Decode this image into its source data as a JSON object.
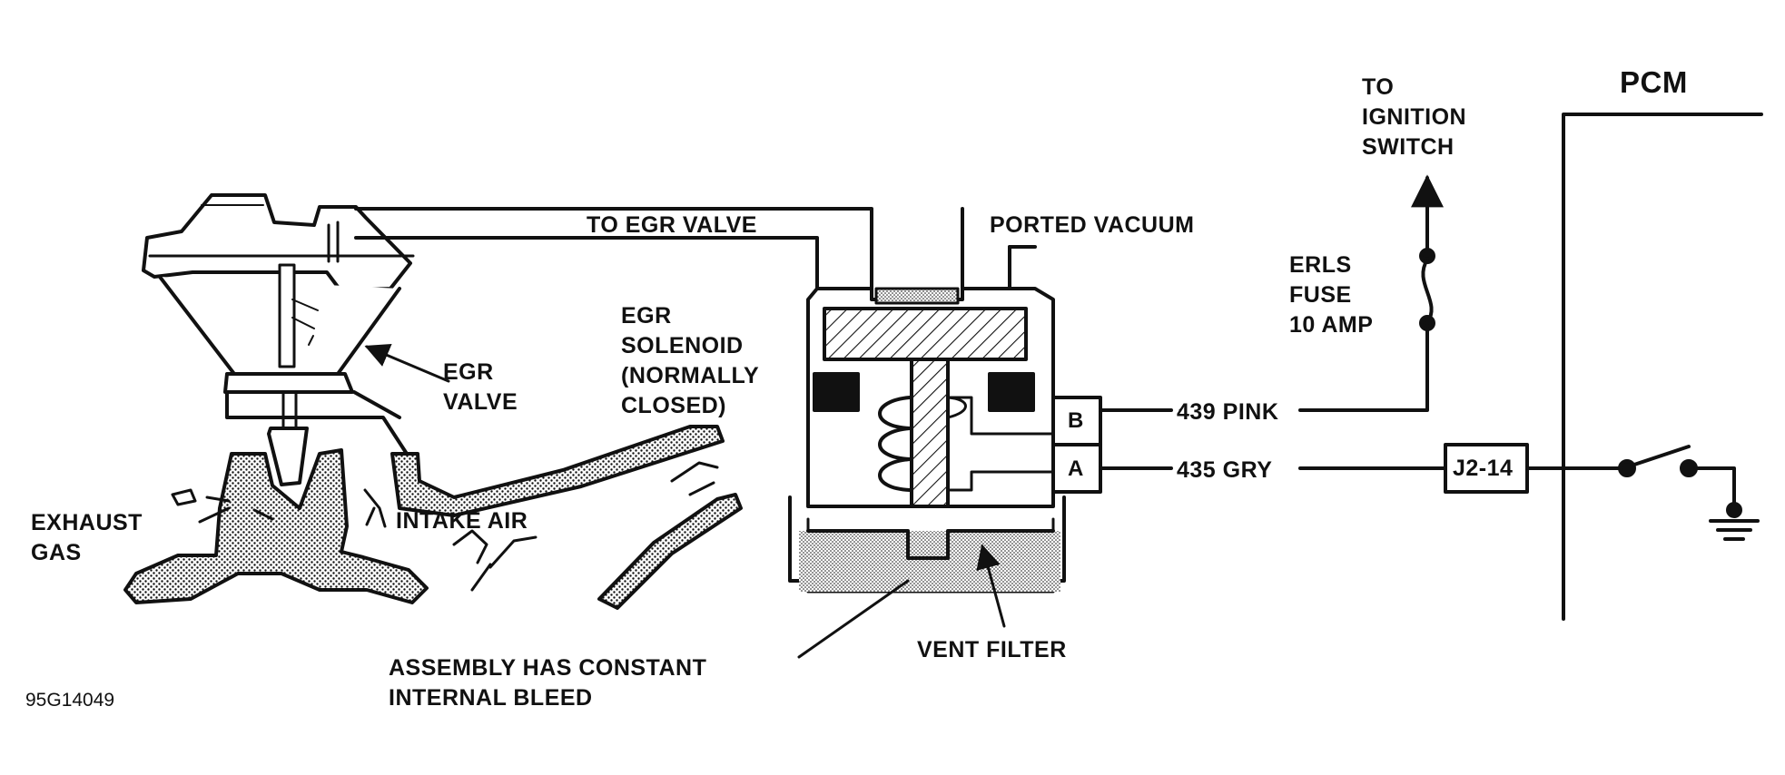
{
  "labels": {
    "to_ignition_switch": "TO\nIGNITION\nSWITCH",
    "pcm": "PCM",
    "to_egr_valve": "TO EGR VALVE",
    "ported_vacuum": "PORTED VACUUM",
    "erls_fuse": "ERLS\nFUSE\n10 AMP",
    "egr_solenoid": "EGR\nSOLENOID\n(NORMALLY\nCLOSED)",
    "egr_valve": "EGR\nVALVE",
    "exhaust_gas": "EXHAUST\nGAS",
    "intake_air": "INTAKE AIR",
    "wire_b": "439 PINK",
    "wire_a": "435 GRY",
    "terminal_b": "B",
    "terminal_a": "A",
    "connector": "J2-14",
    "vent_filter": "VENT FILTER",
    "bleed_note": "ASSEMBLY HAS CONSTANT\nINTERNAL BLEED",
    "figure_id": "95G14049"
  },
  "colors": {
    "ink": "#111111",
    "paper": "#ffffff"
  }
}
